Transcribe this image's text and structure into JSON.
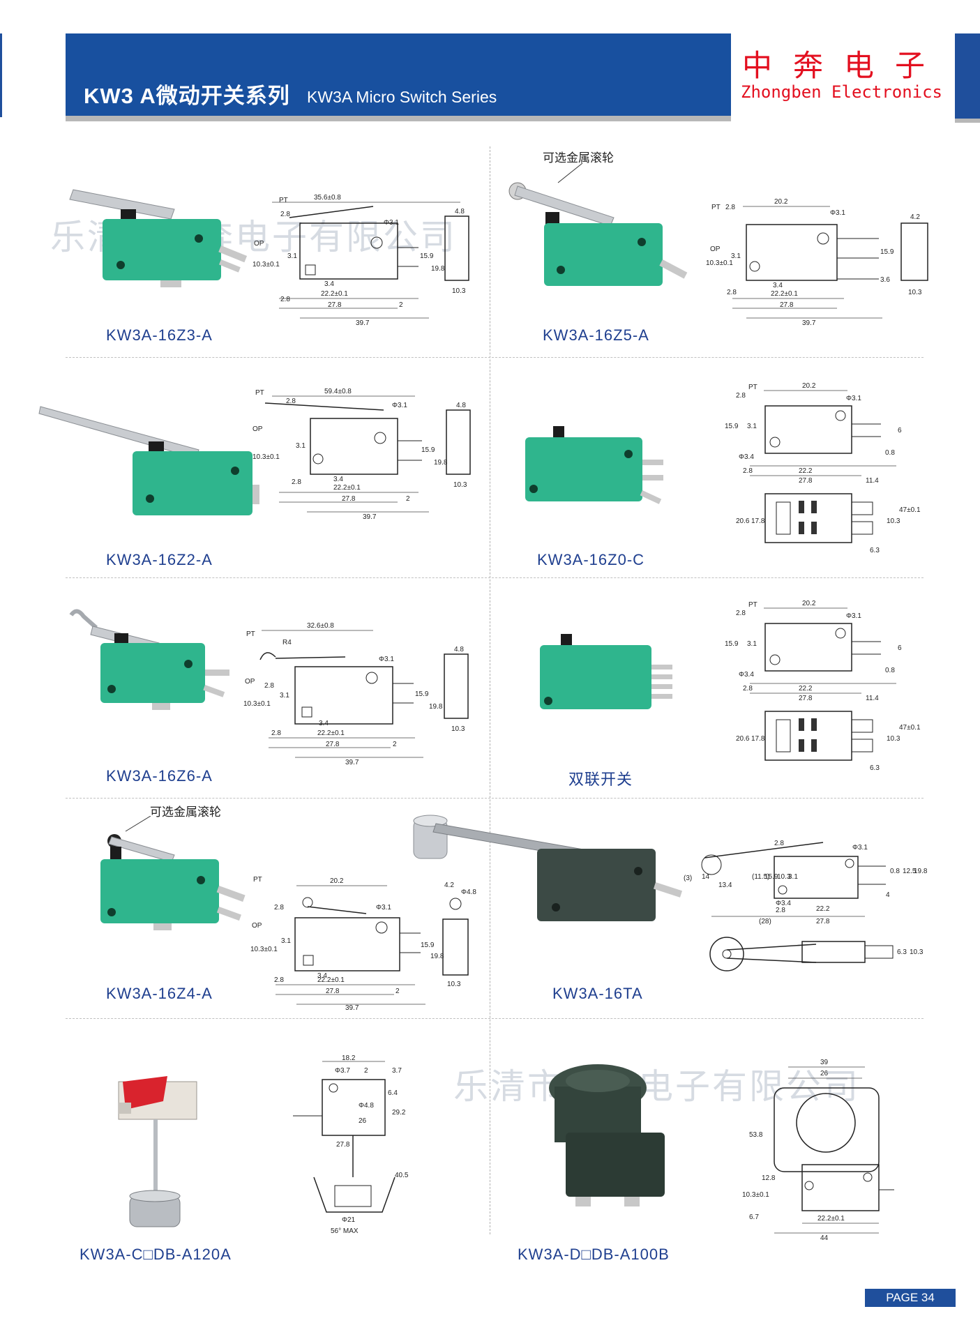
{
  "header": {
    "title_cn": "KW3 A微动开关系列",
    "title_en": "KW3A Micro Switch Series",
    "brand_cn": "中奔电子",
    "brand_en": "Zhongben Electronics"
  },
  "watermark": "乐清市中奔电子有限公司",
  "notes": {
    "roller_option": "可选金属滚轮"
  },
  "products": [
    {
      "model": "KW3A-16Z3-A",
      "body_color": "#2fb58d"
    },
    {
      "model": "KW3A-16Z5-A",
      "body_color": "#2fb58d"
    },
    {
      "model": "KW3A-16Z2-A",
      "body_color": "#2fb58d"
    },
    {
      "model": "KW3A-16Z0-C",
      "body_color": "#2fb58d"
    },
    {
      "model": "KW3A-16Z6-A",
      "body_color": "#2fb58d"
    },
    {
      "model": "双联开关",
      "body_color": "#2fb58d"
    },
    {
      "model": "KW3A-16Z4-A",
      "body_color": "#2fb58d"
    },
    {
      "model": "KW3A-16TA",
      "body_color": "#3c4a45"
    },
    {
      "model": "KW3A-C□DB-A120A",
      "body_color": "#e8e3db"
    },
    {
      "model": "KW3A-D□DB-A100B",
      "body_color": "#33443c"
    }
  ],
  "dims": {
    "z3": [
      "35.6±0.8",
      "Φ3.1",
      "PT",
      "2.8",
      "OP",
      "10.3±0.1",
      "3.1",
      "15.9",
      "19.8",
      "4.8",
      "3.4",
      "2.8",
      "22.2±0.1",
      "27.8",
      "2",
      "39.7",
      "10.3"
    ],
    "z5": [
      "20.2",
      "Φ3.1",
      "PT",
      "2.8",
      "OP",
      "10.3±0.1",
      "3.1",
      "15.9",
      "3.6",
      "4.2",
      "3.4",
      "2.8",
      "22.2±0.1",
      "27.8",
      "39.7",
      "10.3"
    ],
    "z2": [
      "59.4±0.8",
      "Φ3.1",
      "PT",
      "2.8",
      "OP",
      "10.3±0.1",
      "3.1",
      "15.9",
      "19.8",
      "4.8",
      "3.4",
      "2.8",
      "22.2±0.1",
      "27.8",
      "2",
      "39.7",
      "10.3"
    ],
    "z0": [
      "20.2",
      "Φ3.1",
      "PT",
      "2.8",
      "15.9",
      "3.1",
      "Φ3.4",
      "2.8",
      "22.2",
      "27.8",
      "11.4",
      "0.8",
      "6",
      "20.6",
      "17.8",
      "10.3",
      "47±0.1",
      "6.3"
    ],
    "z6": [
      "32.6±0.8",
      "R4",
      "Φ3.1",
      "PT",
      "OP",
      "10.3±0.1",
      "2.8",
      "3.1",
      "15.9",
      "19.8",
      "4.8",
      "3.4",
      "2.8",
      "22.2±0.1",
      "27.8",
      "2",
      "39.7",
      "10.3"
    ],
    "double": [
      "20.2",
      "Φ3.1",
      "PT",
      "2.8",
      "15.9",
      "3.1",
      "Φ3.4",
      "2.8",
      "22.2",
      "27.8",
      "11.4",
      "0.8",
      "6",
      "20.6",
      "17.8",
      "10.3",
      "47±0.1",
      "6.3"
    ],
    "z4": [
      "20.2",
      "Φ3.1",
      "PT",
      "2.8",
      "OP",
      "10.3±0.1",
      "3.1",
      "15.9",
      "19.8",
      "4.2",
      "Φ4.8",
      "3.4",
      "2.8",
      "22.2±0.1",
      "27.8",
      "2",
      "39.7",
      "10.3"
    ],
    "ta": [
      "Φ3.1",
      "2.8",
      "(3)",
      "14",
      "13.4",
      "(11.5)",
      "15.9",
      "10.3",
      "3.1",
      "Φ3.4",
      "2.8",
      "(28)",
      "22.2",
      "27.8",
      "0.8",
      "12.5",
      "19.8",
      "4",
      "6.3",
      "10.3"
    ],
    "c": [
      "18.2",
      "Φ3.7",
      "2",
      "3.7",
      "6.4",
      "Φ4.8",
      "29.2",
      "26",
      "27.8",
      "40.5",
      "Φ21",
      "56° MAX"
    ],
    "d": [
      "39",
      "26",
      "53.8",
      "12.8",
      "10.3±0.1",
      "6.7",
      "22.2±0.1",
      "44"
    ]
  },
  "page": "PAGE 34"
}
